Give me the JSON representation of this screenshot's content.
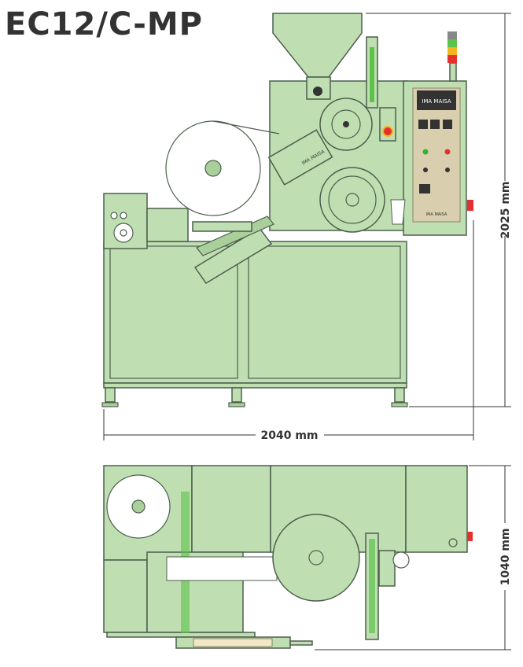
{
  "title": "EC12/C-MP",
  "dimensions": {
    "height": "2025 mm",
    "width": "2040 mm",
    "depth": "1040 mm"
  },
  "branding": {
    "logo": "IMA MAISA"
  },
  "colors": {
    "machine_body": "#bfdfb2",
    "outline": "#4d5f4d",
    "control_panel": "#d9cfae",
    "accent_green": "#5cc24a",
    "alarm_red": "#e53030",
    "beacon_yellow": "#f3b51e"
  }
}
